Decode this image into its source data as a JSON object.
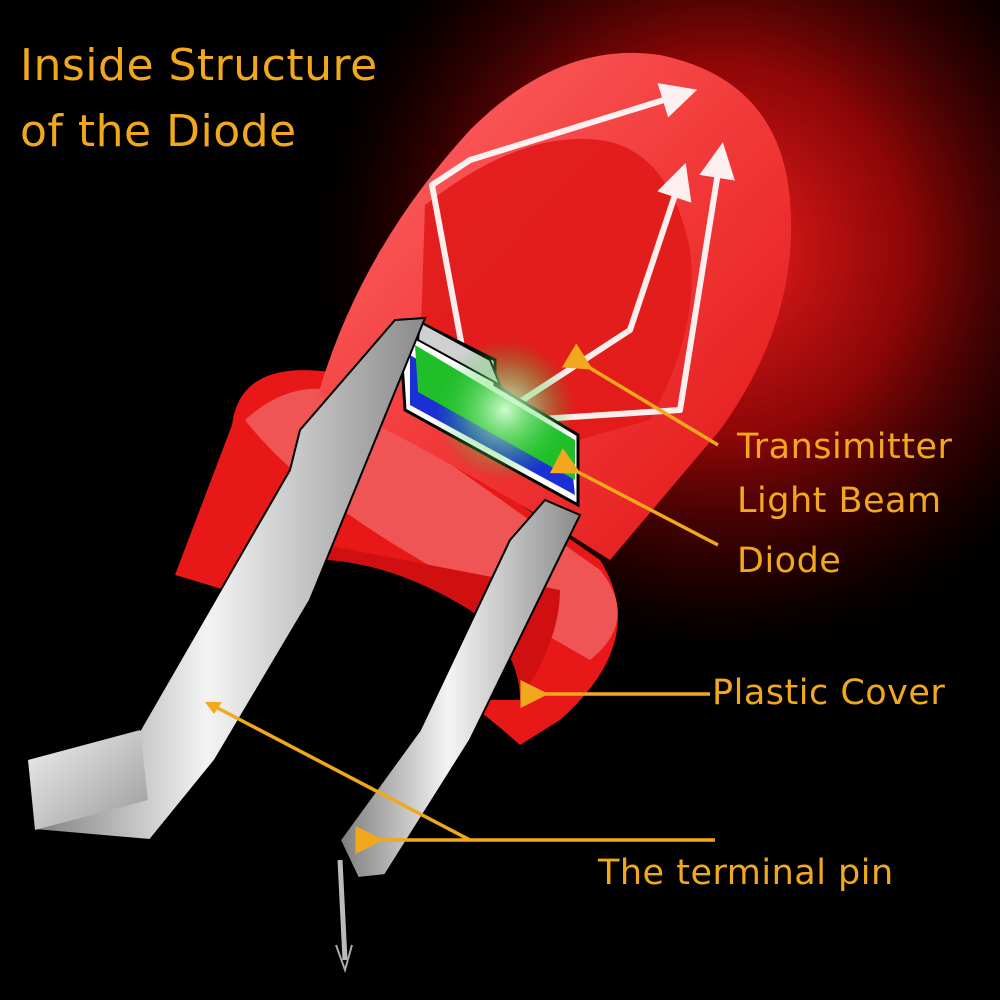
{
  "title": {
    "line1": "Inside Structure",
    "line2": "of the Diode"
  },
  "labels": {
    "transmitter": "Transimitter",
    "light_beam": "Light Beam",
    "diode": "Diode",
    "plastic_cover": "Plastic Cover",
    "terminal_pin": "The terminal pin"
  },
  "colors": {
    "background": "#000000",
    "label_text": "#f2a81d",
    "leader_line": "#f2a81d",
    "led_body": "#ee1c1c",
    "led_highlight": "#f76a6a",
    "chip_green": "#1fbf2a",
    "chip_substrate_blue": "#1a2fd6",
    "pin_silver": "#c8c8c8",
    "light_rays": "#ffffff"
  }
}
